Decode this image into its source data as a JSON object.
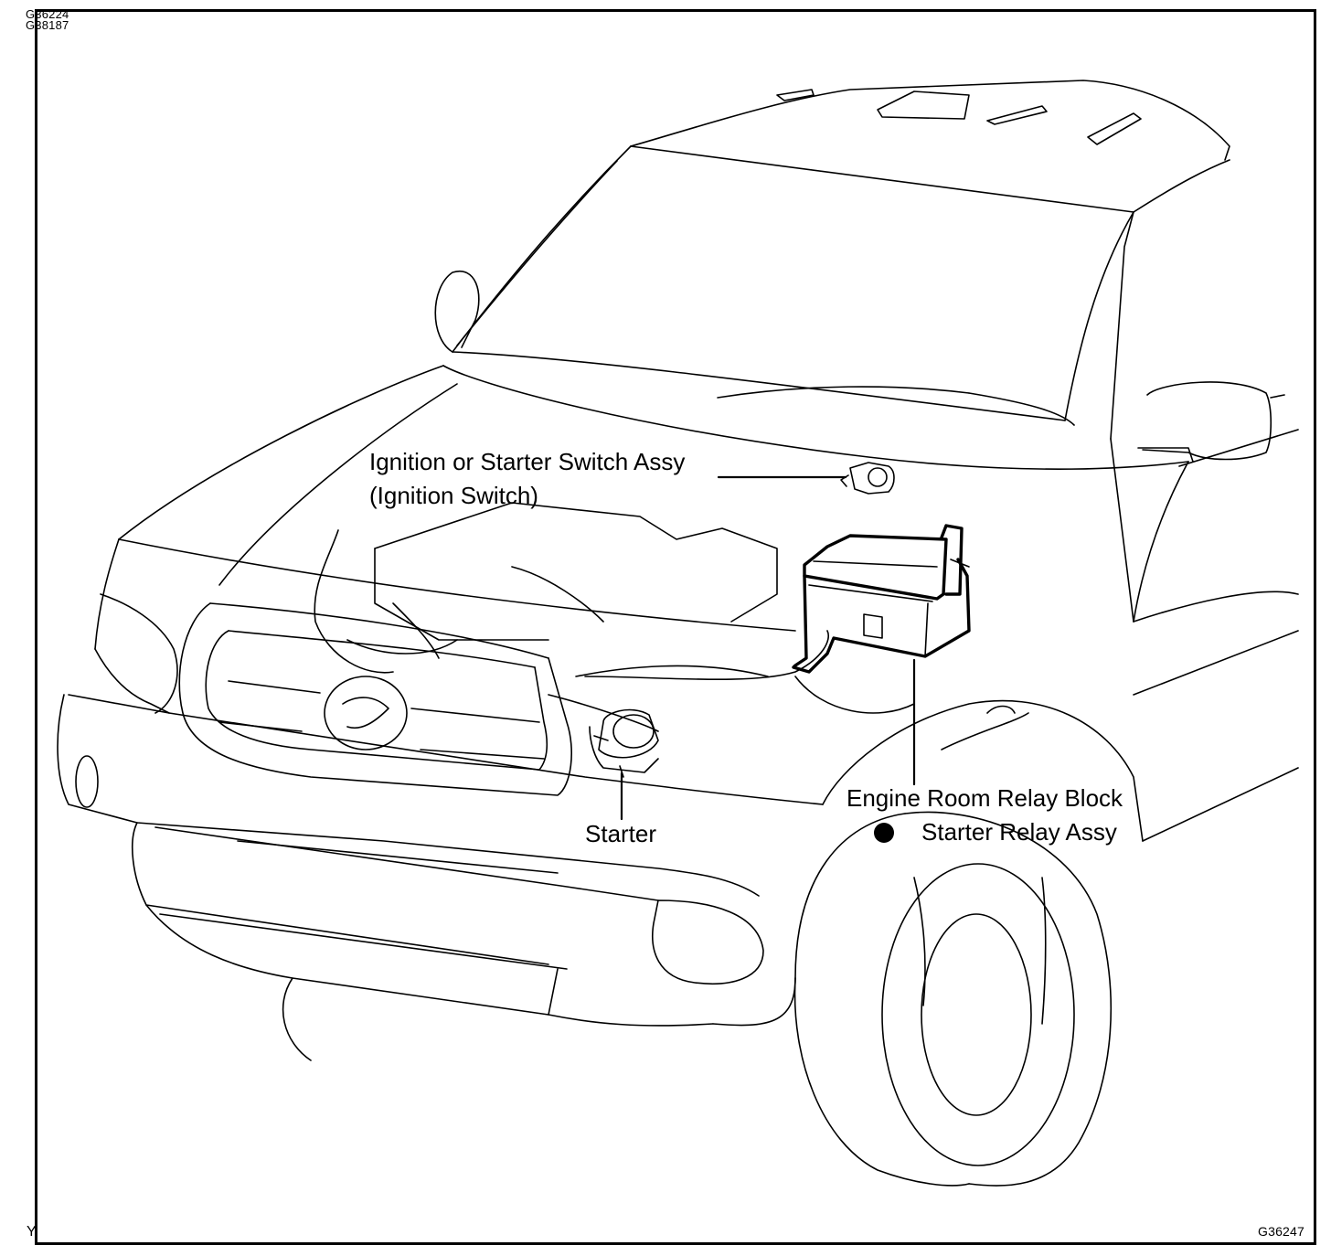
{
  "figure_codes": {
    "top_line_1": "G36224",
    "top_line_2": "G38187",
    "bottom_right": "G36247",
    "bottom_left": "Y"
  },
  "callouts": {
    "ignition_line_1": "Ignition or Starter Switch Assy",
    "ignition_line_2": "(Ignition Switch)",
    "relay_block": "Engine Room Relay Block",
    "starter_relay": "Starter Relay Assy",
    "starter": "Starter"
  }
}
